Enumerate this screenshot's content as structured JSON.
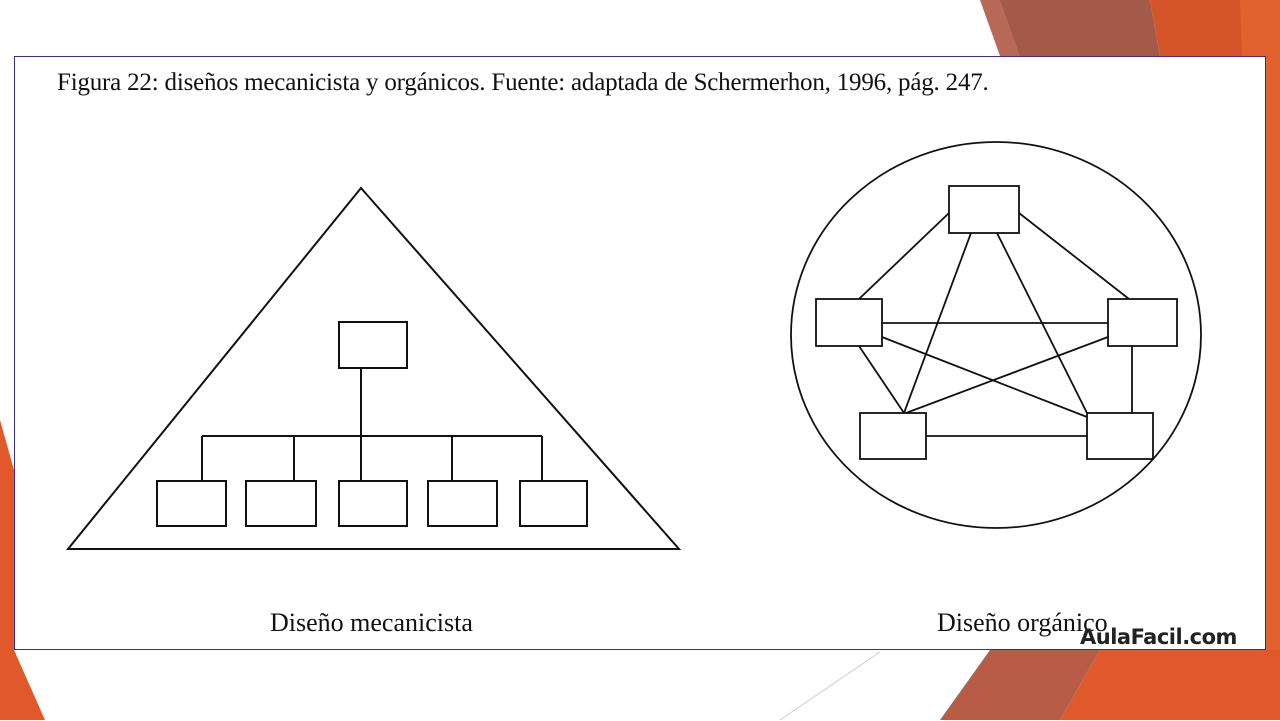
{
  "caption": "Figura 22: diseños mecanicista y orgánicos. Fuente: adaptada de Schermerhon, 1996, pág. 247.",
  "labels": {
    "mechanistic": "Diseño mecanicista",
    "organic": "Diseño orgánico"
  },
  "watermark": "AulaFacil.com",
  "colors": {
    "accent_orange": "#e0592a",
    "accent_brown": "#a35a48",
    "frame_border": "#3b2f8a"
  }
}
